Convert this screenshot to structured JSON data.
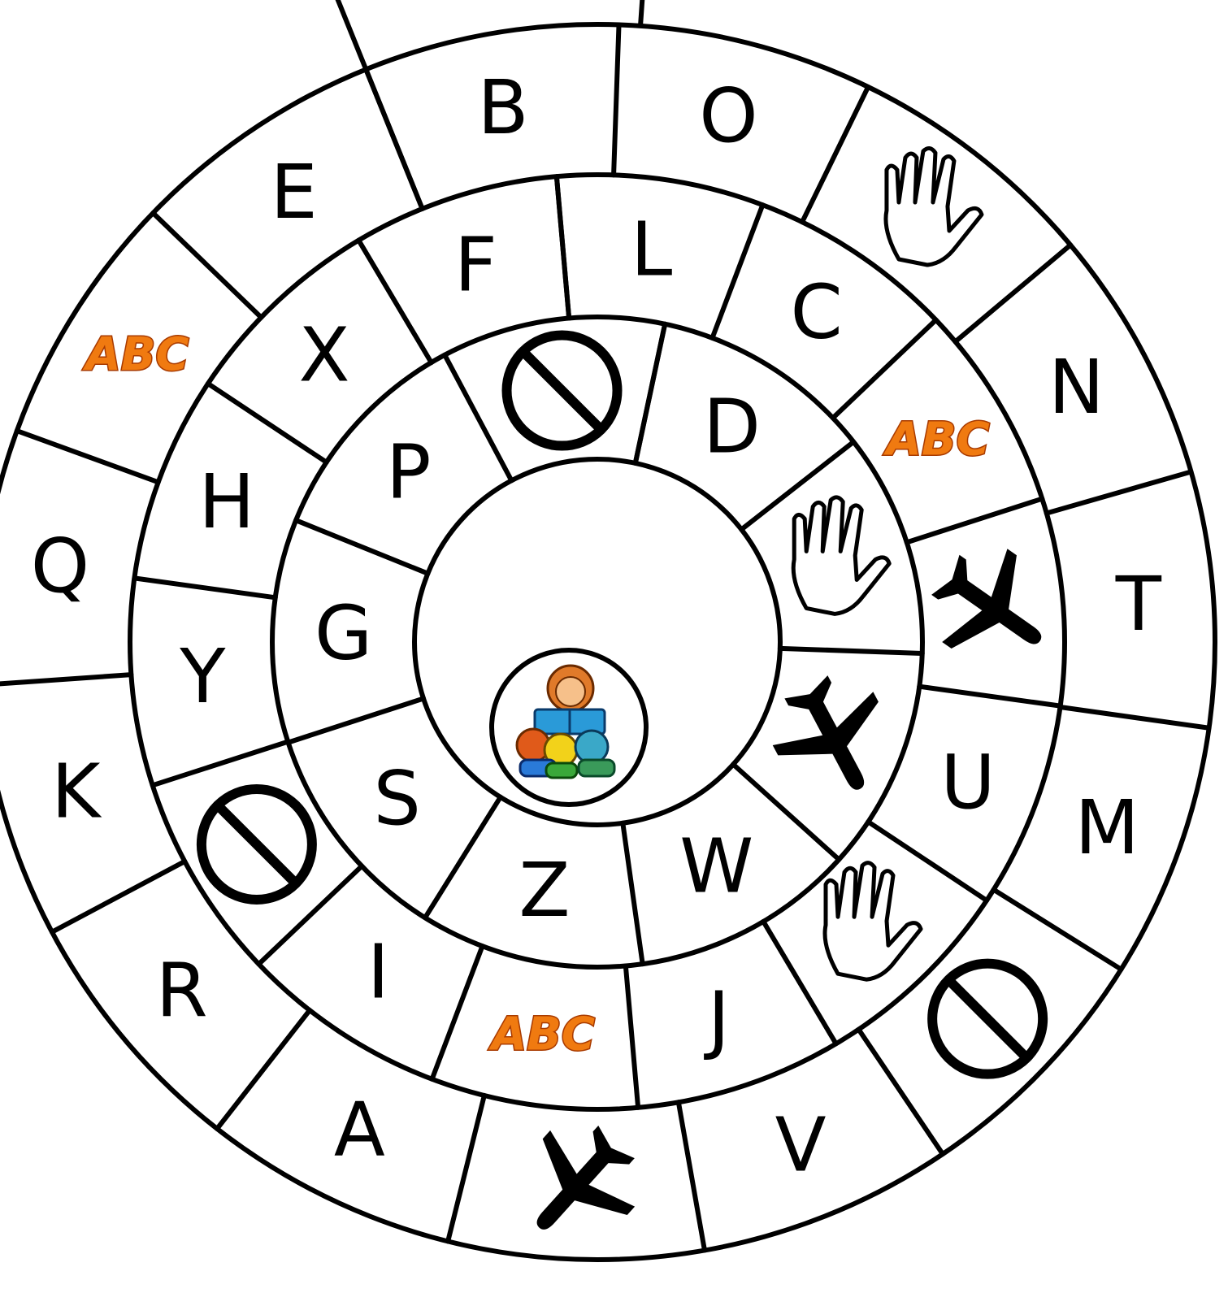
{
  "board": {
    "start_cell": "B",
    "center_picture": "teacher-reading-to-children",
    "icons": {
      "hand": "hand-stop-icon",
      "plane": "airplane-icon",
      "forbidden": "no-entry-icon",
      "abc": "abc-logo-icon"
    },
    "abc_text": "ABC",
    "colors": {
      "line": "#000000",
      "abc_fill": "#f07a10",
      "abc_outline": "#a83a00",
      "background": "#ffffff"
    },
    "spaces": [
      {
        "label": "B"
      },
      {
        "label": "O"
      },
      {
        "icon": "hand"
      },
      {
        "label": "N"
      },
      {
        "label": "T"
      },
      {
        "label": "M"
      },
      {
        "icon": "forbidden"
      },
      {
        "label": "V"
      },
      {
        "icon": "plane"
      },
      {
        "label": "A"
      },
      {
        "label": "R"
      },
      {
        "label": "K"
      },
      {
        "label": "Q"
      },
      {
        "icon": "abc"
      },
      {
        "label": "E"
      },
      {
        "label": "L"
      },
      {
        "label": "C"
      },
      {
        "icon": "abc"
      },
      {
        "icon": "plane"
      },
      {
        "label": "U"
      },
      {
        "icon": "hand"
      },
      {
        "label": "J"
      },
      {
        "icon": "abc"
      },
      {
        "label": "I"
      },
      {
        "icon": "forbidden"
      },
      {
        "label": "Y"
      },
      {
        "label": "H"
      },
      {
        "label": "X"
      },
      {
        "label": "F"
      },
      {
        "label": "D"
      },
      {
        "icon": "hand"
      },
      {
        "icon": "plane"
      },
      {
        "label": "W"
      },
      {
        "label": "Z"
      },
      {
        "label": "S"
      },
      {
        "label": "G"
      },
      {
        "label": "P"
      },
      {
        "icon": "forbidden"
      }
    ]
  }
}
